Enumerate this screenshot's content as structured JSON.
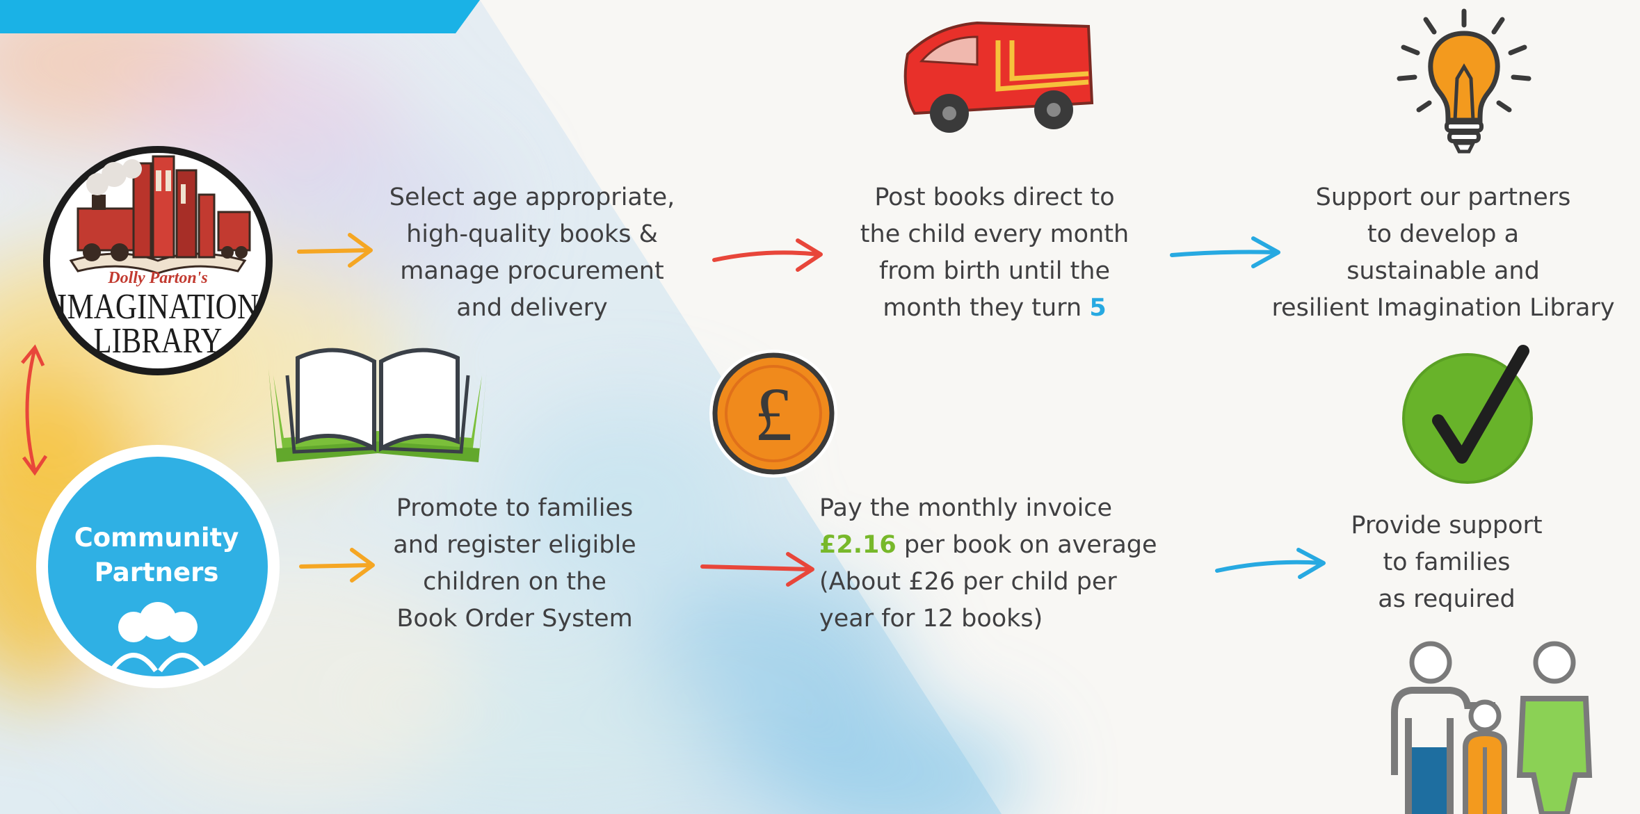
{
  "logo": {
    "script_line": "Dolly Parton's",
    "line1": "IMAGINATION",
    "line2": "LIBRARY"
  },
  "community": {
    "label": "Community\nPartners"
  },
  "steps": {
    "select": "Select age appropriate,\nhigh-quality books &\nmanage procurement\nand delivery",
    "post_main": "Post books direct to\nthe child every month\nfrom birth until the\nmonth they turn ",
    "post_highlight": "5",
    "support": "Support our partners\nto develop a\nsustainable and\nresilient Imagination Library",
    "promote": "Promote to families\nand register eligible\nchildren on the\nBook Order System",
    "pay_line1": "Pay the monthly invoice\n",
    "pay_price": "£2.16",
    "pay_rest": " per book on average\n(About £26 per child per\nyear for 12 books)",
    "provide": "Provide support\nto families\nas required"
  },
  "icons": {
    "van": "delivery-van-icon",
    "bulb": "lightbulb-icon",
    "book": "open-book-icon",
    "pound": "pound-coin-icon",
    "check": "checkmark-icon",
    "family": "family-icon",
    "people": "people-group-icon"
  },
  "colors": {
    "blue": "#27a9e1",
    "orange": "#f5a623",
    "red": "#e8463a",
    "green": "#77b82a",
    "text": "#3f3f41"
  }
}
